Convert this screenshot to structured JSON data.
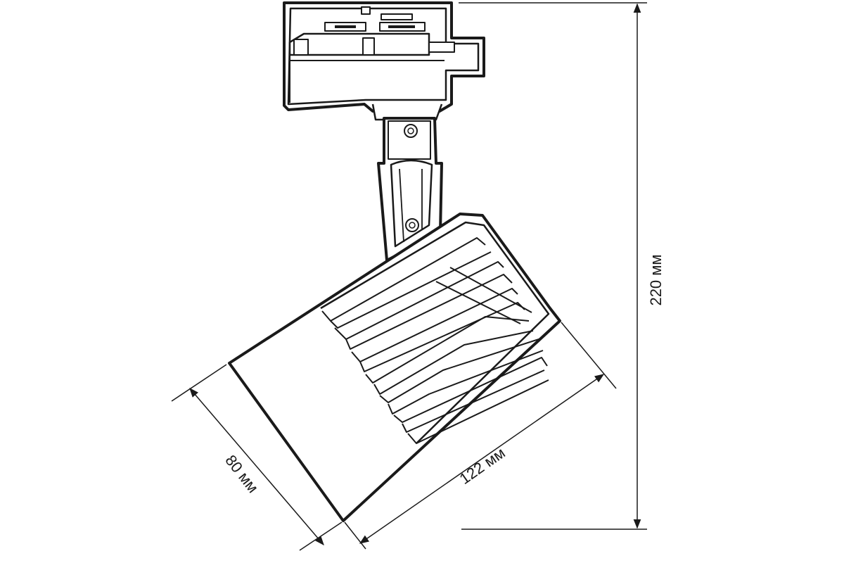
{
  "dimensions": {
    "height_label": "220 мм",
    "length_label": "122 мм",
    "width_label": "80 мм"
  },
  "colors": {
    "line": "#1a1a1a",
    "fill": "#ffffff"
  },
  "icons": [
    "track-adapter-icon",
    "spotlight-head-icon"
  ]
}
